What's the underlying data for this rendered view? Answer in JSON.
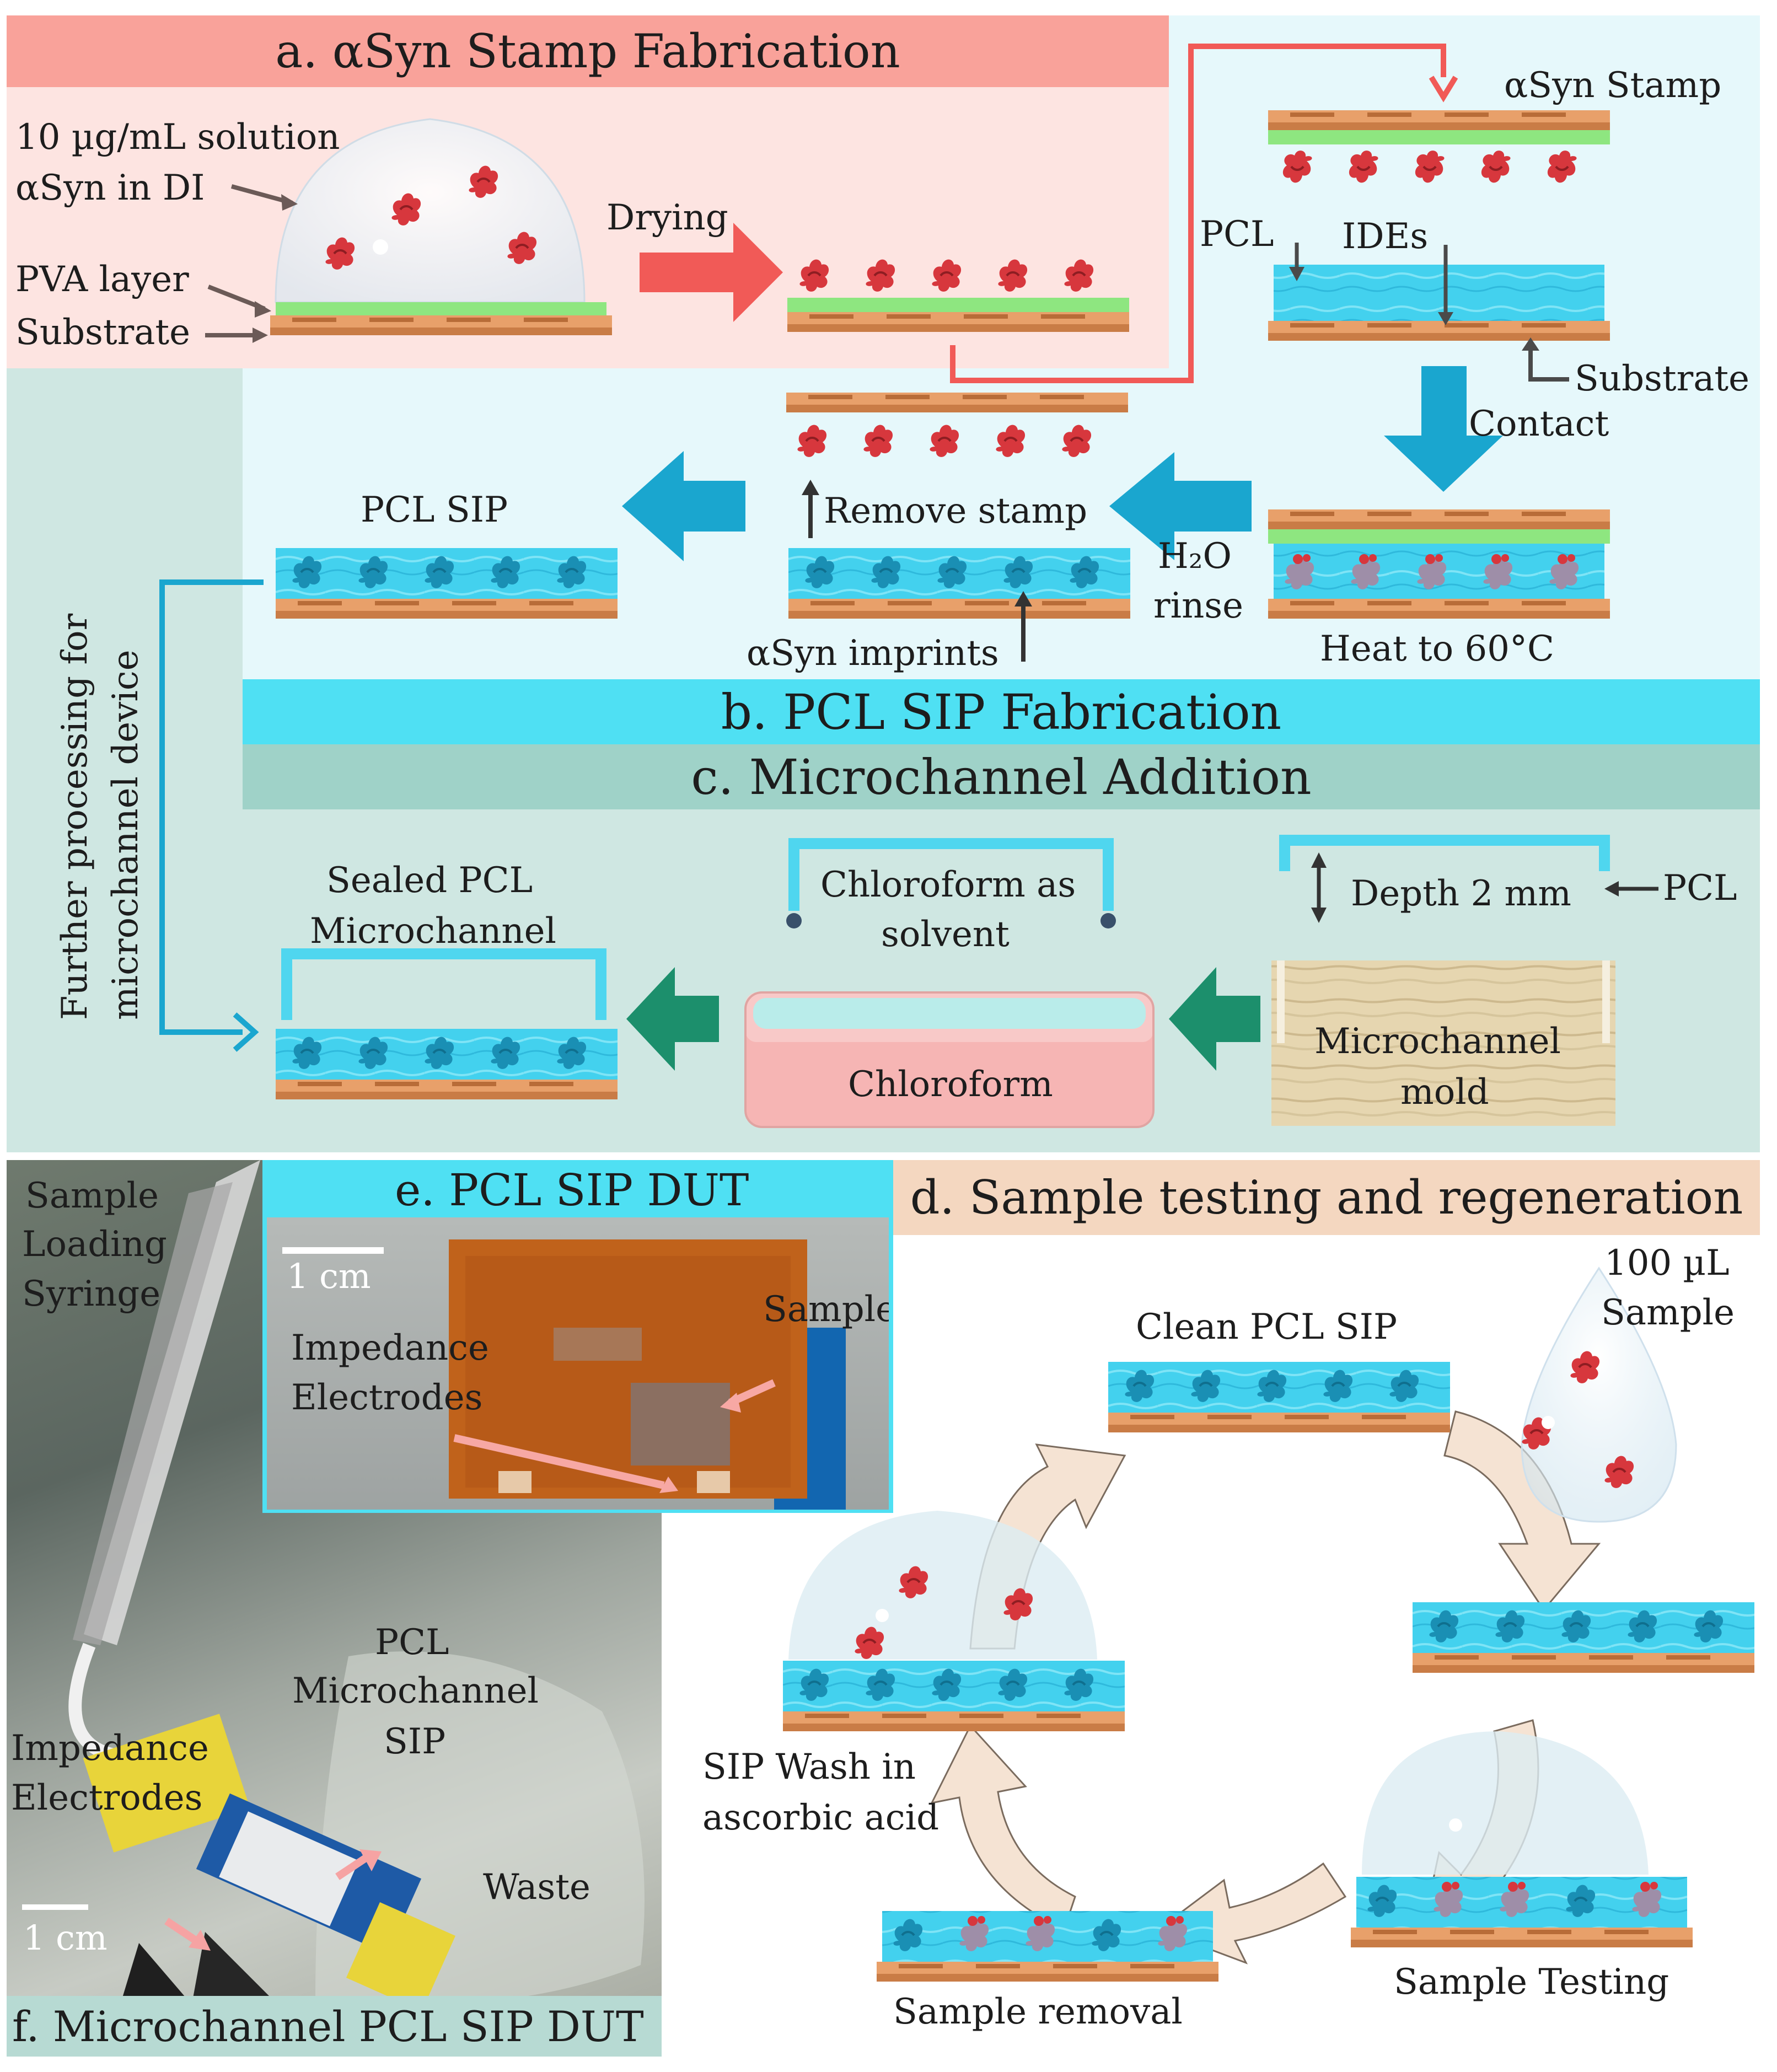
{
  "panel_a": {
    "title": "a. αSyn Stamp Fabrication",
    "solution_line1": "10 µg/mL solution",
    "solution_line2": "αSyn in DI",
    "pva_layer": "PVA layer",
    "substrate_left": "Substrate",
    "drying": "Drying",
    "stamp_label": "αSyn Stamp",
    "pcl": "PCL",
    "ides": "IDEs",
    "substrate_right": "Substrate"
  },
  "panel_b": {
    "title": "b. PCL SIP Fabrication",
    "contact": "Contact",
    "heat": "Heat to 60°C",
    "h2o_line1": "H₂O",
    "h2o_line2": "rinse",
    "remove_stamp": "Remove stamp",
    "imprints": "αSyn imprints",
    "pcl_sip": "PCL SIP"
  },
  "panel_c": {
    "title": "c. Microchannel Addition",
    "further_line1": "Further processing for",
    "further_line2": "microchannel device",
    "sealed_line1": "Sealed PCL",
    "sealed_line2": "Microchannel",
    "chloroform_solvent_line1": "Chloroform as",
    "chloroform_solvent_line2": "solvent",
    "chloroform": "Chloroform",
    "depth": "Depth 2 mm",
    "pcl": "PCL",
    "mold_line1": "Microchannel",
    "mold_line2": "mold"
  },
  "panel_d": {
    "title": "d. Sample testing and regeneration",
    "clean_sip": "Clean PCL SIP",
    "sample_line1": "100 µL",
    "sample_line2": "Sample",
    "wash_line1": "SIP Wash in",
    "wash_line2": "ascorbic acid",
    "sample_removal": "Sample removal",
    "sample_testing": "Sample Testing"
  },
  "panel_e": {
    "title": "e. PCL SIP DUT",
    "scale": "1 cm",
    "electrodes_line1": "Impedance",
    "electrodes_line2": "Electrodes",
    "sample": "Sample"
  },
  "panel_f": {
    "title": "f. Microchannel PCL SIP DUT",
    "syringe_line1": "Sample",
    "syringe_line2": "Loading",
    "syringe_line3": "Syringe",
    "pcl_line1": "PCL",
    "pcl_line2": "Microchannel",
    "pcl_line3": "SIP",
    "electrodes_line1": "Impedance",
    "electrodes_line2": "Electrodes",
    "waste": "Waste",
    "scale": "1 cm"
  },
  "colors": {
    "panel_a_bg": "#fde4e1",
    "panel_a_banner": "#f9a29a",
    "panel_b_bg": "#e6f8fb",
    "panel_b_banner": "#4fe0f3",
    "panel_c_bg": "#cfe7e2",
    "panel_c_banner": "#9fd2c8",
    "panel_d_banner": "#f4d7c0",
    "blue_arrow": "#1aa6cf",
    "teal_arrow": "#1c8f6c",
    "pink_arrow": "#f15a57",
    "pcl_blue": "#3ed1ef",
    "protein_red": "#d7373d"
  }
}
